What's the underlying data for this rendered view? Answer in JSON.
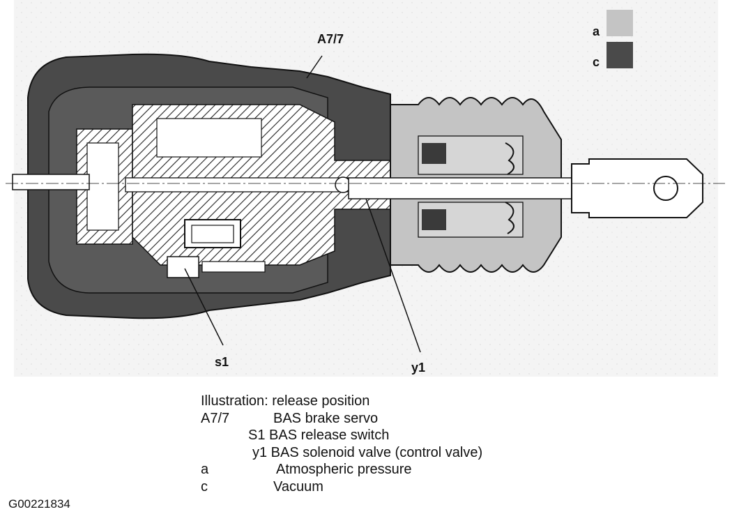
{
  "labels": {
    "a7_7": "A7/7",
    "s1": "s1",
    "y1": "y1",
    "legend_a": "a",
    "legend_c": "c"
  },
  "colors": {
    "atmospheric": "#c4c4c4",
    "vacuum": "#4a4a4a",
    "hatch": "#222222"
  },
  "caption": {
    "title": "Illustration: release position",
    "rows": [
      {
        "key": "A7/7",
        "value": "BAS brake servo"
      },
      {
        "key": "",
        "value": "S1 BAS release switch"
      },
      {
        "key": "",
        "value": "y1 BAS solenoid valve (control valve)"
      },
      {
        "key": "a",
        "value": "Atmospheric pressure"
      },
      {
        "key": "c",
        "value": "Vacuum"
      }
    ]
  },
  "figure_id": "G00221834"
}
